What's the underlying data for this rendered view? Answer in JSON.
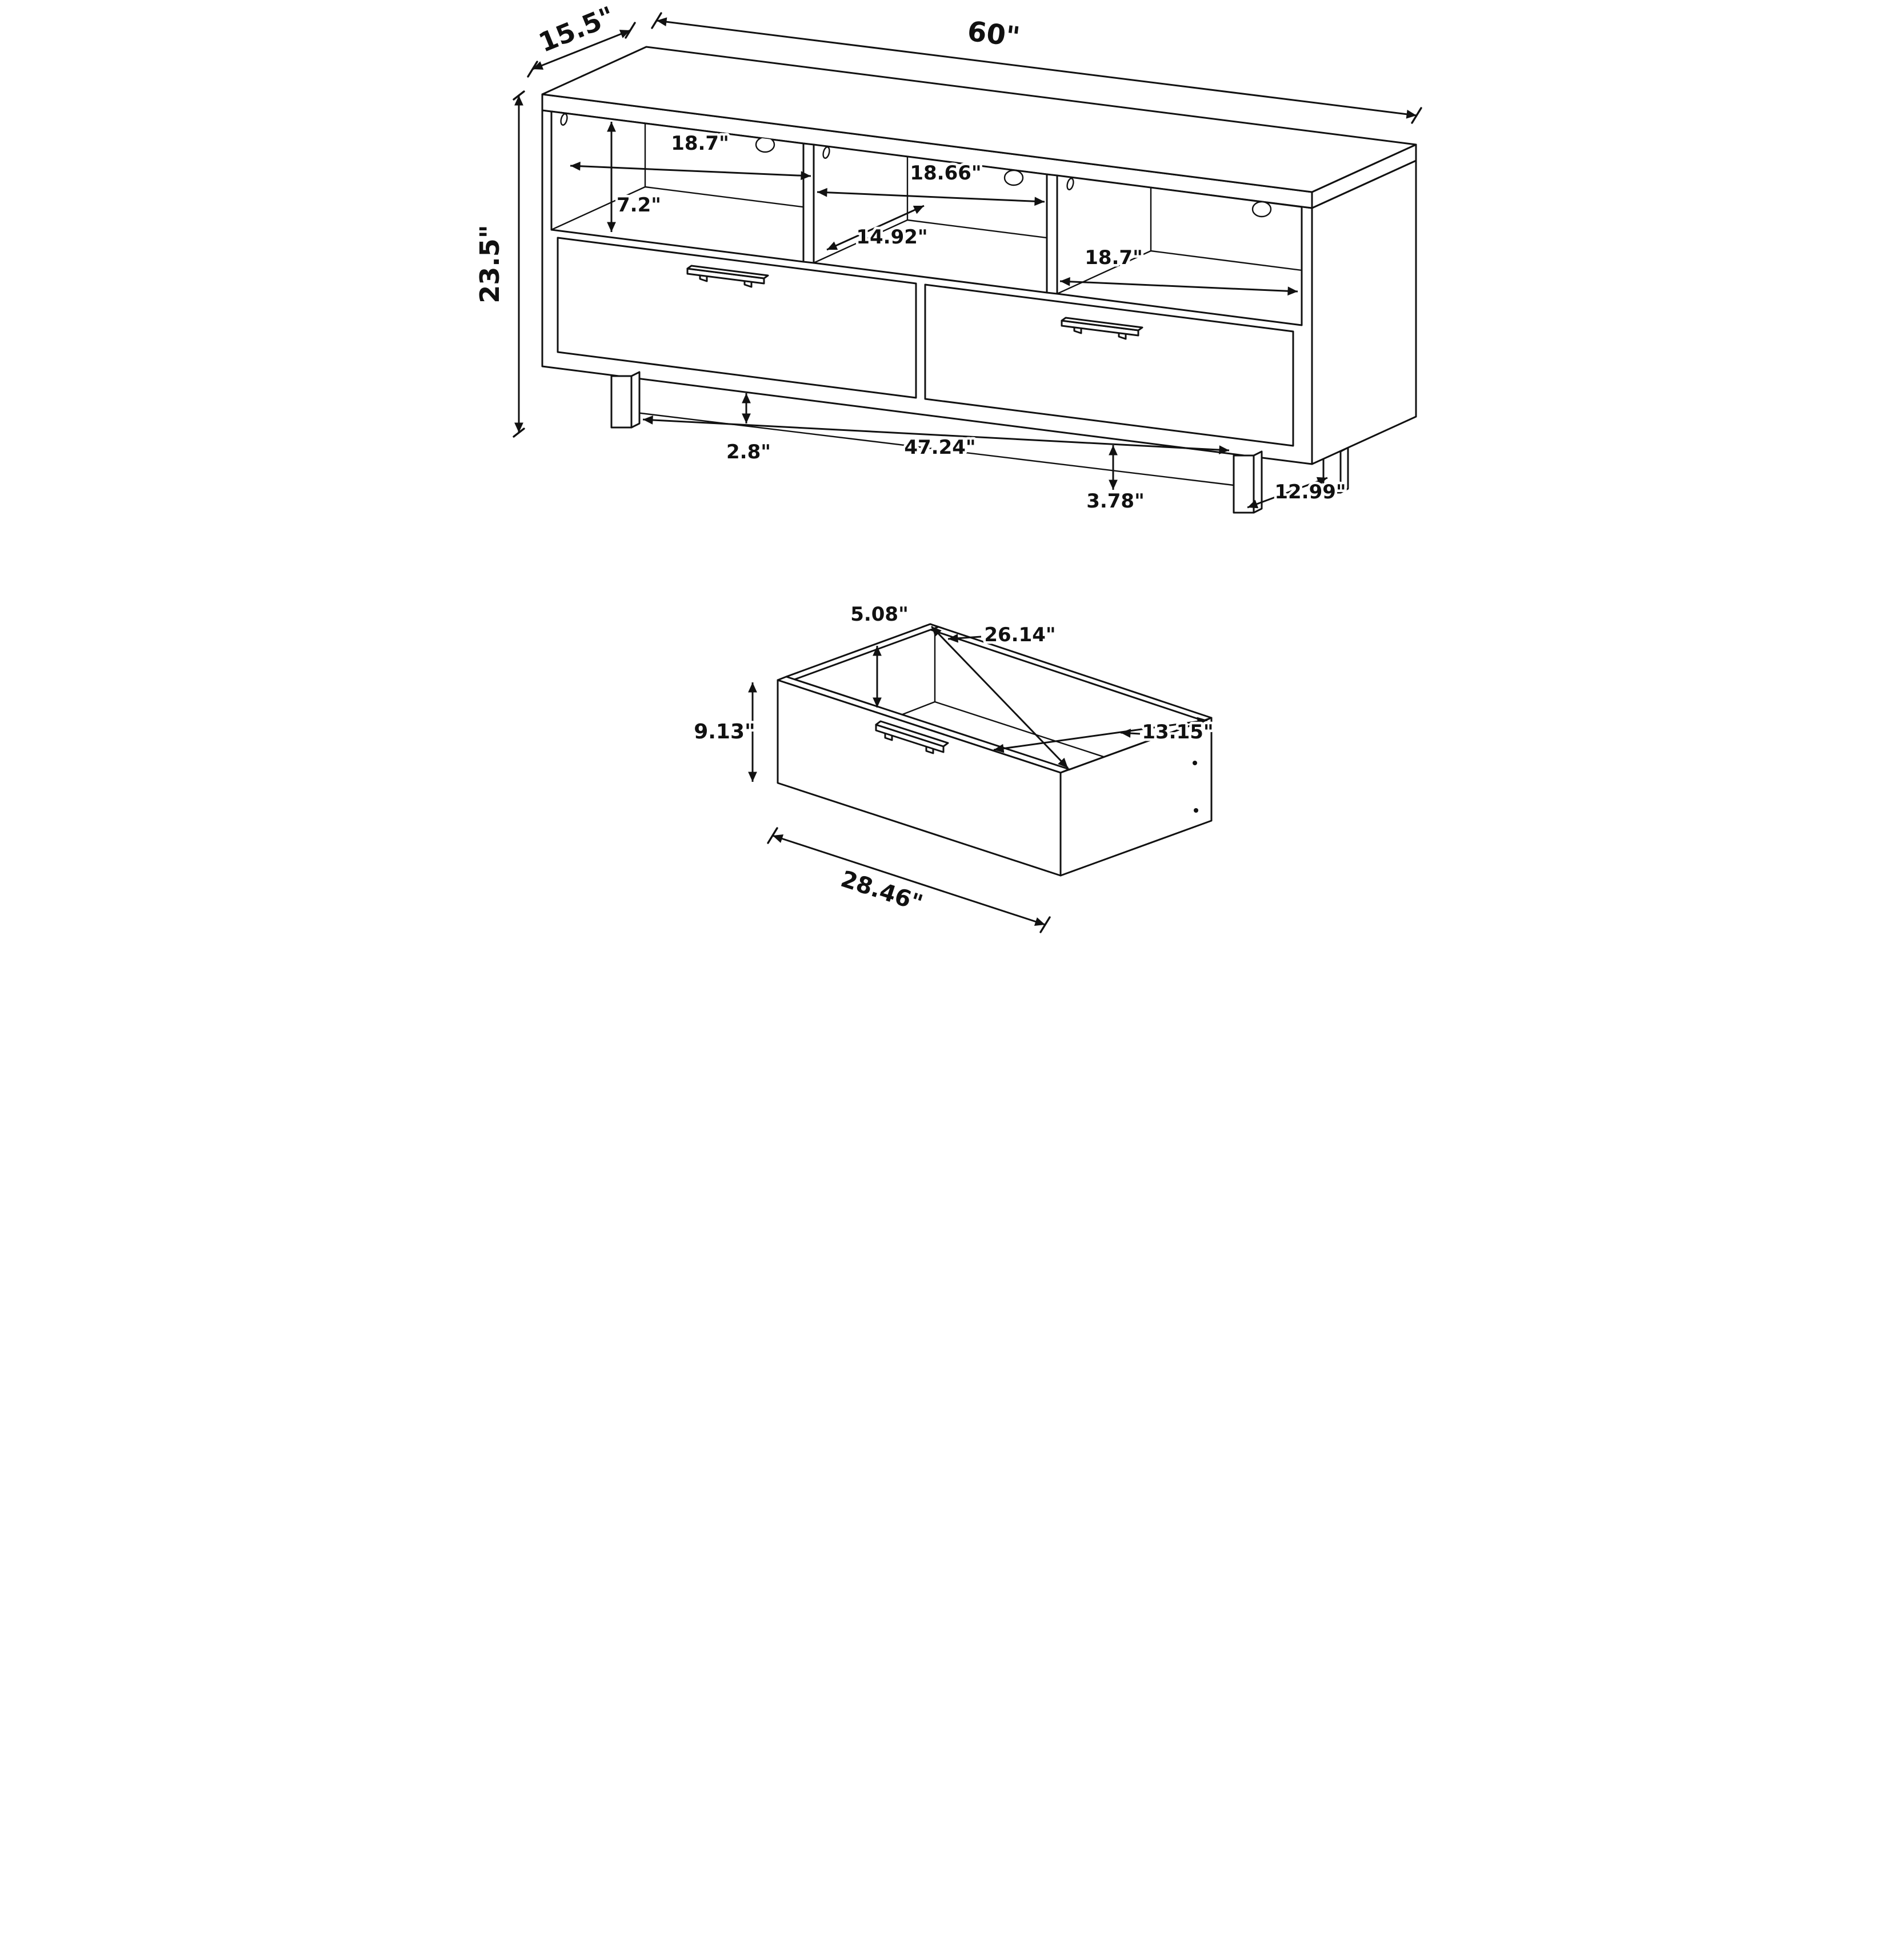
{
  "colors": {
    "line": "#111111",
    "background": "#ffffff"
  },
  "console": {
    "dimensions": {
      "width": "60\"",
      "depth": "15.5\"",
      "height": "23.5\"",
      "left_compartment_width": "18.7\"",
      "compartment_height": "7.2\"",
      "middle_compartment_width": "18.66\"",
      "compartment_depth": "14.92\"",
      "right_compartment_width": "18.7\"",
      "leg_height": "2.8\"",
      "base_clearance_width": "47.24\"",
      "leg_setback": "3.78\"",
      "leg_depth": "12.99\""
    }
  },
  "drawer": {
    "dimensions": {
      "inner_height": "5.08\"",
      "inner_length": "26.14\"",
      "front_height": "9.13\"",
      "inner_depth": "13.15\"",
      "front_width": "28.46\""
    }
  }
}
